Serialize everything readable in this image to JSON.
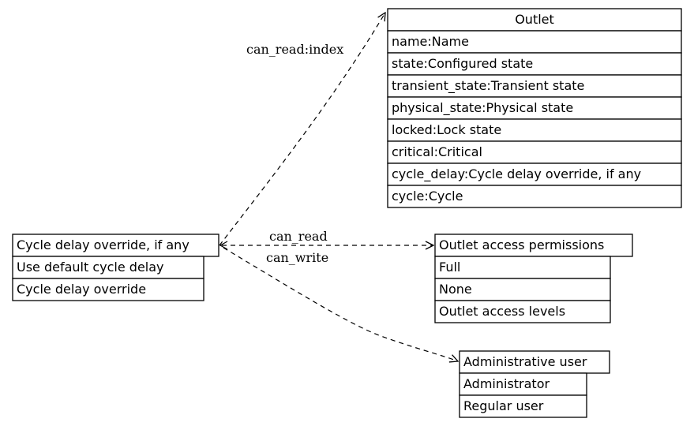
{
  "nodes": {
    "outlet": {
      "title": "Outlet",
      "rows": [
        "name:Name",
        "state:Configured state",
        "transient_state:Transient state",
        "physical_state:Physical state",
        "locked:Lock state",
        "critical:Critical",
        "cycle_delay:Cycle delay override, if any",
        "cycle:Cycle"
      ]
    },
    "cycle_delay": {
      "title": "Cycle delay override, if any",
      "rows": [
        "Use default cycle delay",
        "Cycle delay override"
      ]
    },
    "permissions": {
      "title": "Outlet access permissions",
      "rows": [
        "Full",
        "None",
        "Outlet access levels"
      ]
    },
    "admin": {
      "title": "Administrative user",
      "rows": [
        "Administrator",
        "Regular user"
      ]
    }
  },
  "edges": {
    "can_read_index": "can_read:index",
    "can_read": "can_read",
    "can_write": "can_write"
  }
}
